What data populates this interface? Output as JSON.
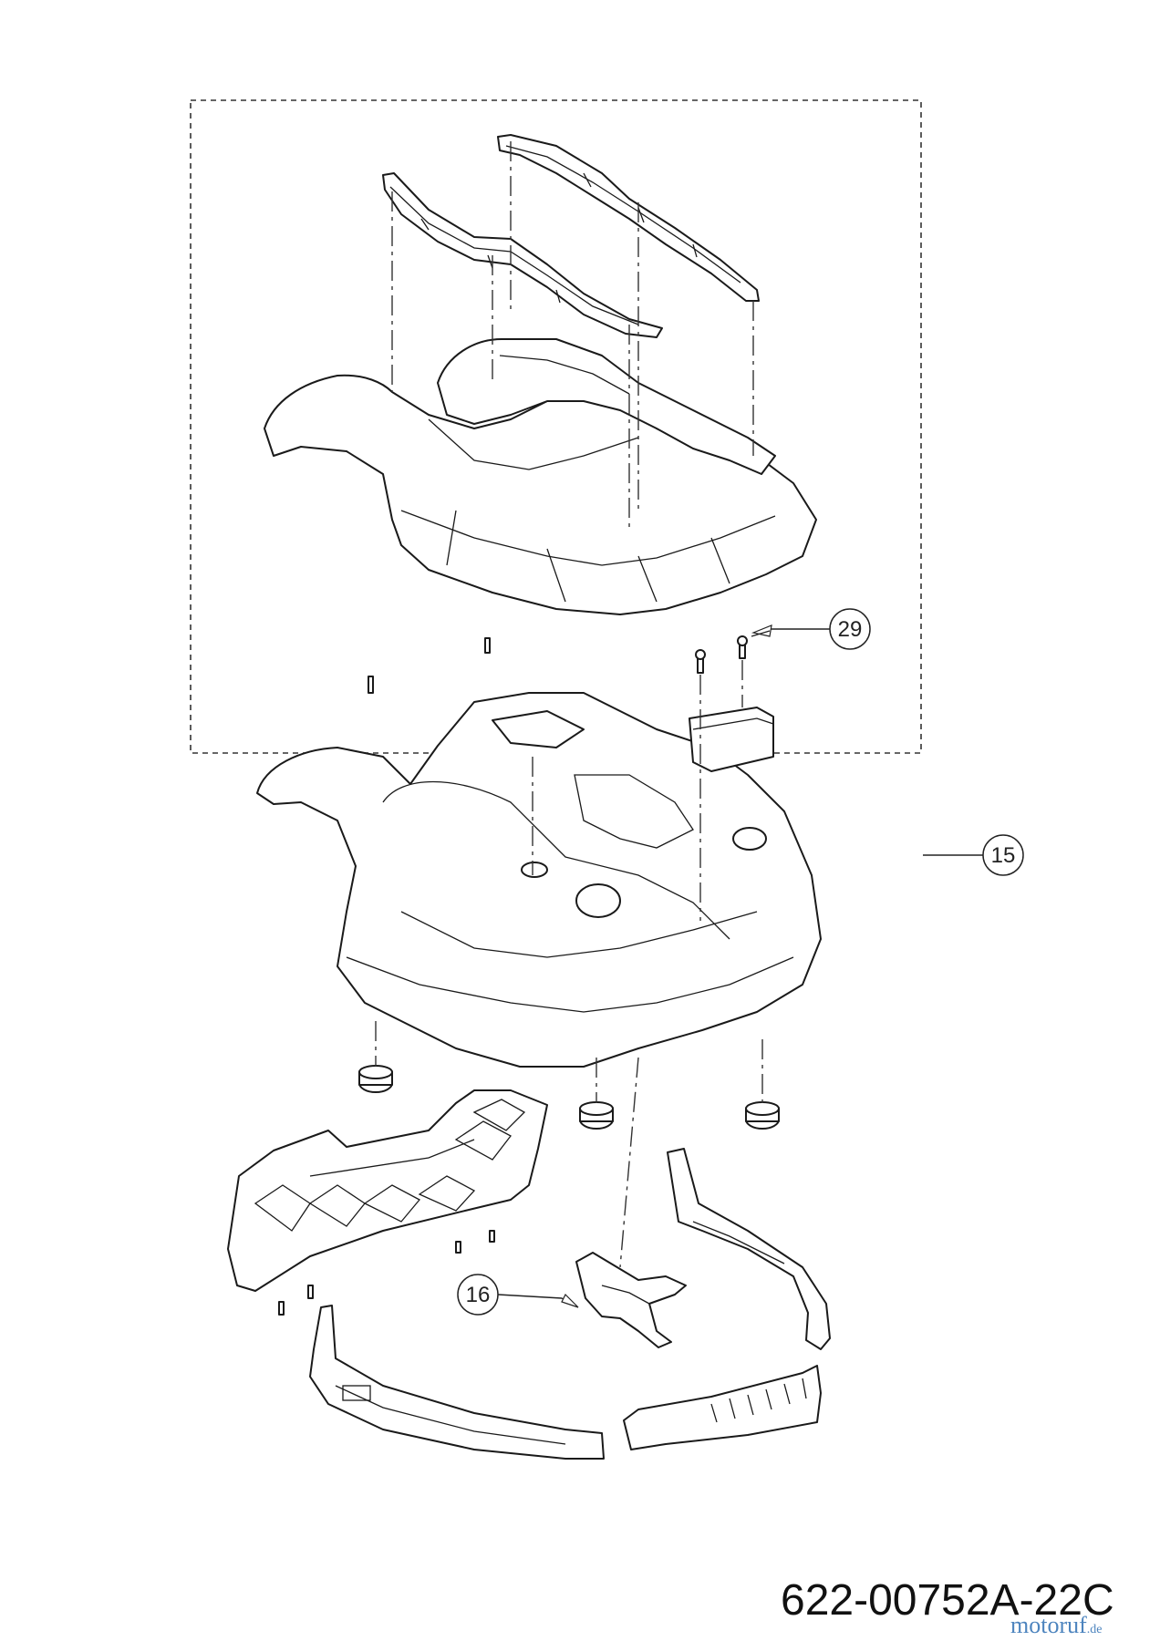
{
  "callouts": [
    {
      "id": "29",
      "label": "29"
    },
    {
      "id": "15",
      "label": "15"
    },
    {
      "id": "16",
      "label": "16"
    }
  ],
  "drawing_number": "622-00752A-22C",
  "watermark": {
    "brand": "motoruf",
    "tld": ".de"
  }
}
